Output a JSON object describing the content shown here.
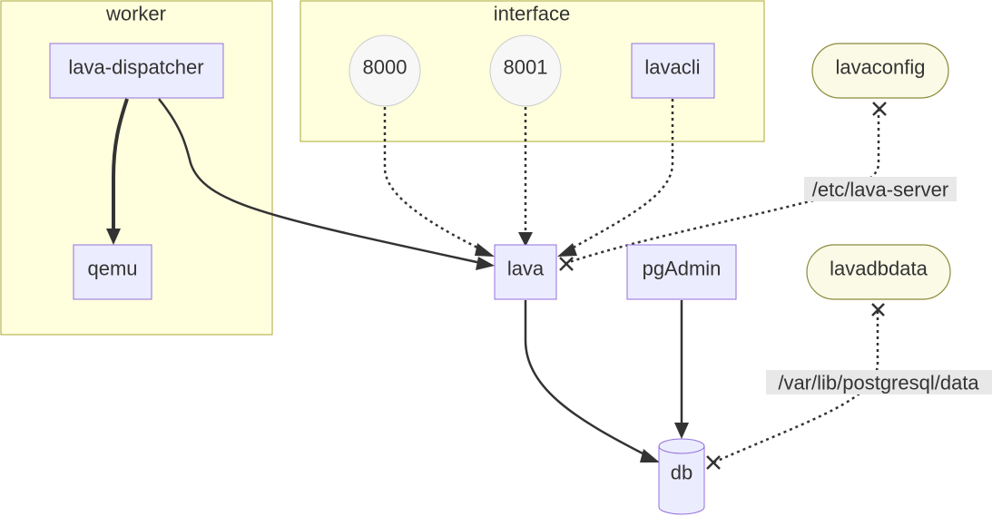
{
  "clusters": {
    "worker": {
      "label": "worker"
    },
    "interface": {
      "label": "interface"
    }
  },
  "nodes": {
    "lava_dispatcher": {
      "label": "lava-dispatcher"
    },
    "qemu": {
      "label": "qemu"
    },
    "port_8000": {
      "label": "8000"
    },
    "port_8001": {
      "label": "8001"
    },
    "lavacli": {
      "label": "lavacli"
    },
    "lavaconfig": {
      "label": "lavaconfig"
    },
    "lava": {
      "label": "lava"
    },
    "pgadmin": {
      "label": "pgAdmin"
    },
    "lavadbdata": {
      "label": "lavadbdata"
    },
    "db": {
      "label": "db"
    }
  },
  "edges": [
    {
      "from": "lava-dispatcher",
      "to": "qemu",
      "style": "thick",
      "label": ""
    },
    {
      "from": "lava-dispatcher",
      "to": "lava",
      "style": "solid",
      "label": ""
    },
    {
      "from": "8000",
      "to": "lava",
      "style": "dotted",
      "label": ""
    },
    {
      "from": "8001",
      "to": "lava",
      "style": "dotted",
      "label": ""
    },
    {
      "from": "lavacli",
      "to": "lava",
      "style": "dotted",
      "label": ""
    },
    {
      "from": "lavaconfig",
      "to": "lava",
      "style": "dotted-cross",
      "label": "/etc/lava-server"
    },
    {
      "from": "lava",
      "to": "db",
      "style": "solid",
      "label": ""
    },
    {
      "from": "pgAdmin",
      "to": "db",
      "style": "solid",
      "label": ""
    },
    {
      "from": "lavadbdata",
      "to": "db",
      "style": "dotted-cross",
      "label": "/var/lib/postgresql/data"
    }
  ],
  "edge_labels": {
    "etc_lava_server": "/etc/lava-server",
    "var_lib_postgresql_data": "/var/lib/postgresql/data"
  }
}
